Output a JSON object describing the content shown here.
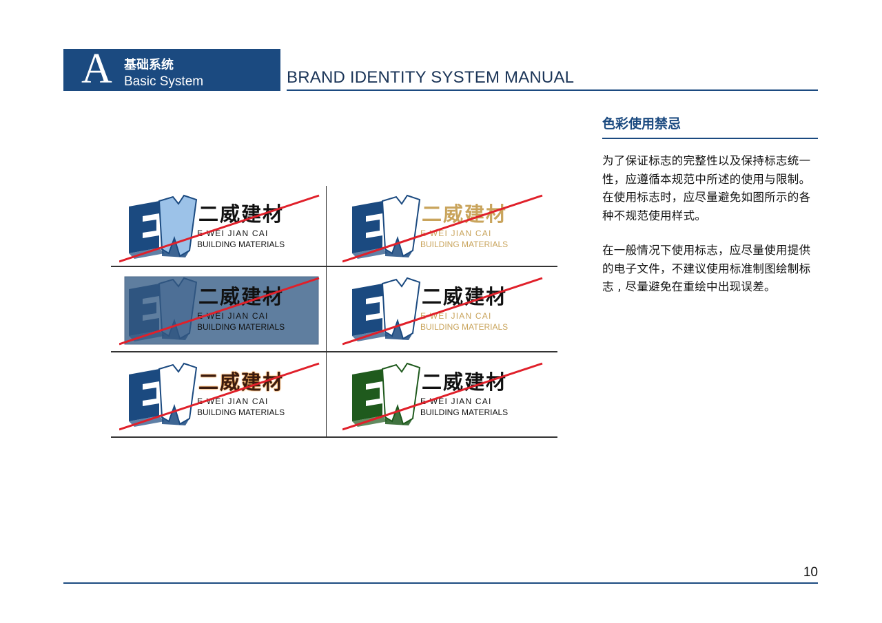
{
  "header": {
    "letter": "A",
    "section_cn": "基础系统",
    "section_en": "Basic System",
    "manual_title": "BRAND IDENTITY SYSTEM MANUAL"
  },
  "content": {
    "title": "色彩使用禁忌",
    "paragraphs": [
      "为了保证标志的完整性以及保持标志统一性，应遵循本规范中所述的使用与限制。在使用标志时，应尽量避免如图所示的各种不规范使用样式。",
      "在一般情况下使用标志，应尽量使用提供的电子文件，不建议使用标准制图绘制标志 , 尽量避免在重绘中出现误差。"
    ]
  },
  "logo": {
    "monogram": "EW",
    "name_cn": "二威建材",
    "name_en_line1": "E WEI JIAN CAI",
    "name_en_line2": "BUILDING MATERIALS"
  },
  "examples": [
    {
      "variant": "light-blue-W",
      "cn_color": "#111111",
      "en_color": "#111111",
      "w_color": "#9cc2e8",
      "e_color": "#1b4a80",
      "bg": "none"
    },
    {
      "variant": "gold-text",
      "cn_color": "#c9a45c",
      "en_color": "#c9a45c",
      "w_color": "#ffffff",
      "e_color": "#1b4a80",
      "bg": "none"
    },
    {
      "variant": "blue-background",
      "cn_color": "#111111",
      "en_color": "#111111",
      "w_color": "#4d6f96",
      "e_color": "#2f5580",
      "bg": "#5f7e9f"
    },
    {
      "variant": "gold-english",
      "cn_color": "#111111",
      "en_color": "#c9a45c",
      "w_color": "#ffffff",
      "e_color": "#1b4a80",
      "bg": "none"
    },
    {
      "variant": "orange-outline-text",
      "cn_color": "#3a1b10",
      "en_color": "#111111",
      "w_color": "#ffffff",
      "e_color": "#1b4a80",
      "bg": "none"
    },
    {
      "variant": "green-E",
      "cn_color": "#111111",
      "en_color": "#111111",
      "w_color": "#ffffff",
      "e_color": "#1f5a1d",
      "bg": "none"
    }
  ],
  "colors": {
    "brand_blue": "#1b4a80",
    "strike_red": "#e0202a"
  },
  "footer": {
    "page_number": "10"
  }
}
